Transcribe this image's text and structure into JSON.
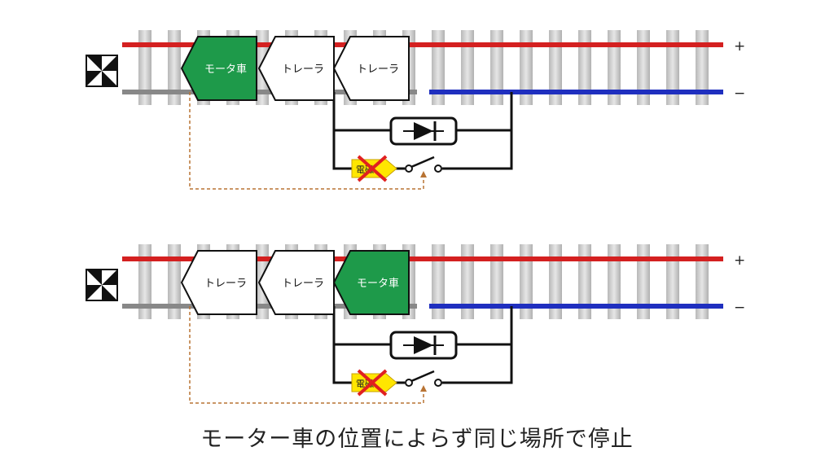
{
  "panels": [
    {
      "cars": [
        {
          "label": "モータ車",
          "type": "motor"
        },
        {
          "label": "トレーラ",
          "type": "trailer"
        },
        {
          "label": "トレーラ",
          "type": "trailer"
        }
      ],
      "plus_sign": "+",
      "minus_sign": "−",
      "relay_label": "電磁"
    },
    {
      "cars": [
        {
          "label": "トレーラ",
          "type": "trailer"
        },
        {
          "label": "トレーラ",
          "type": "trailer"
        },
        {
          "label": "モータ車",
          "type": "motor"
        }
      ],
      "plus_sign": "+",
      "minus_sign": "−",
      "relay_label": "電磁"
    }
  ],
  "caption": "モーター車の位置によらず同じ場所で停止",
  "colors": {
    "positive_rail": "#d42020",
    "negative_rail": "#1f2fbf",
    "unpowered_rail": "#888888",
    "motor_car": "#1e9a4a",
    "trailer_car": "#ffffff",
    "relay": "#ffe600",
    "cross": "#e02020",
    "sensor_line": "#b87333"
  }
}
